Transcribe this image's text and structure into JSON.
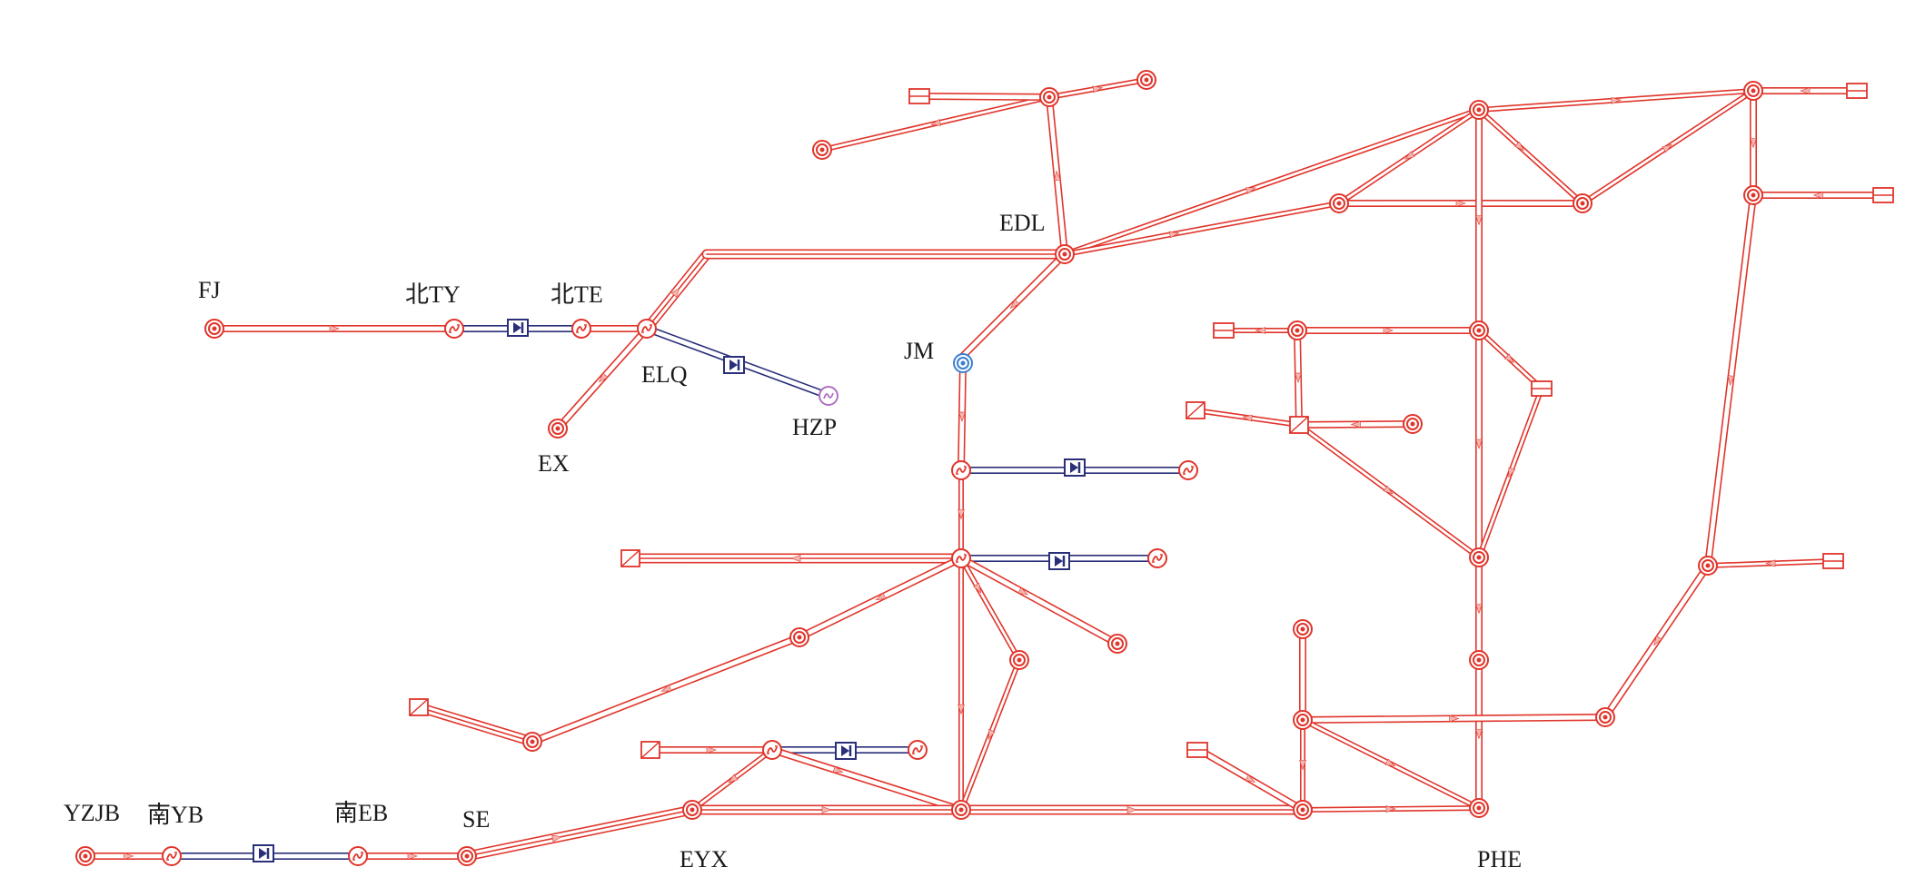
{
  "colors": {
    "ac_line": "#e0352b",
    "dc_line": "#2a2f7a",
    "jm_node": "#3a7fd0",
    "hzp_node": "#b070c0",
    "arrow": "#f3b6b0",
    "background": "#ffffff"
  },
  "labels": {
    "fj": "FJ",
    "bei_ty": "北TY",
    "bei_te": "北TE",
    "elq": "ELQ",
    "ex": "EX",
    "hzp": "HZP",
    "edl": "EDL",
    "jm": "JM",
    "yzjb": "YZJB",
    "nan_yb": "南YB",
    "nan_eb": "南EB",
    "se": "SE",
    "eyx": "EYX",
    "phe": "PHE"
  },
  "legend_icons": {
    "substation": "double-circle-icon",
    "converter": "converter-station-icon",
    "dc_valve": "dc-valve-icon",
    "generator_box": "generator-box-icon",
    "transformer_box": "transformer-box-icon"
  }
}
